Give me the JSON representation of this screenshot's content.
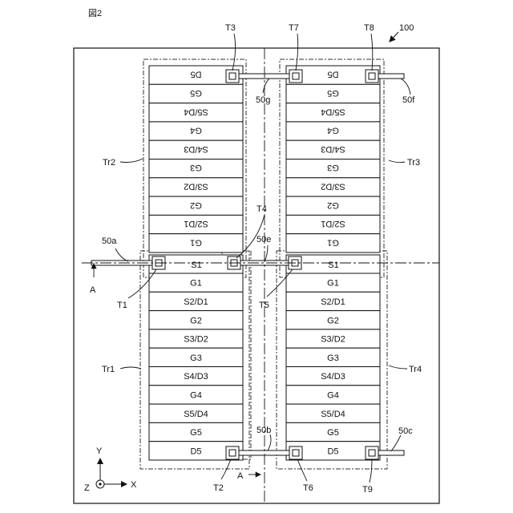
{
  "figure_label": "図2",
  "ref_100": "100",
  "upper_cells": [
    "D5",
    "G5",
    "S5/D4",
    "G4",
    "S4/D3",
    "G3",
    "S3/D2",
    "G2",
    "S2/D1",
    "G1"
  ],
  "lower_cells": [
    "G1",
    "S2/D1",
    "G2",
    "S3/D2",
    "G3",
    "S4/D3",
    "G4",
    "S5/D4",
    "G5",
    "D5"
  ],
  "s1_label": "S1",
  "terminals": {
    "T1": "T1",
    "T2": "T2",
    "T3": "T3",
    "T4": "T4",
    "T5": "T5",
    "T6": "T6",
    "T7": "T7",
    "T8": "T8",
    "T9": "T9"
  },
  "transistors": {
    "Tr1": "Tr1",
    "Tr2": "Tr2",
    "Tr3": "Tr3",
    "Tr4": "Tr4"
  },
  "wires": {
    "50a": "50a",
    "50b": "50b",
    "50c": "50c",
    "50e": "50e",
    "50f": "50f",
    "50g": "50g"
  },
  "section_marks": {
    "A_left": "A",
    "A_bottom": "A"
  },
  "axes": {
    "x": "X",
    "y": "Y",
    "z": "Z"
  }
}
